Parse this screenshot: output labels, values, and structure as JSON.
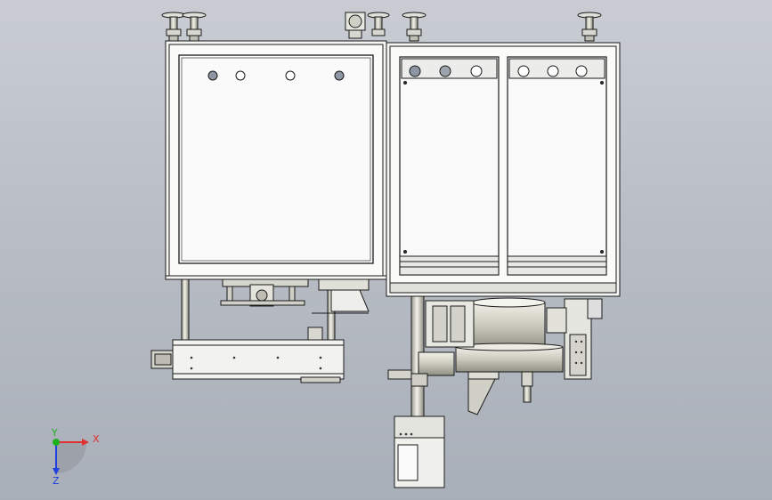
{
  "viewport": {
    "background_top": "#c9cdd3",
    "background_bottom": "#a9afb8",
    "line_color": "#1a1a1a",
    "panel_fill": "#f4f4f4",
    "metal_fill": "#dcdcd4"
  },
  "triad": {
    "x_label": "X",
    "y_label": "Y",
    "z_label": "Z",
    "x_color": "#e03030",
    "y_color": "#20b020",
    "z_color": "#2040e0"
  }
}
